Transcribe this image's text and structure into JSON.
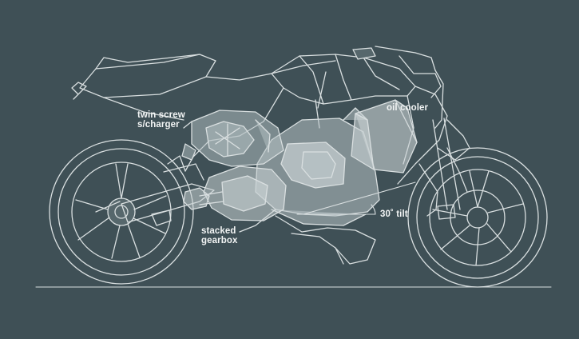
{
  "labels": {
    "supercharger": [
      "twin screw",
      "s/charger"
    ],
    "oil_cooler": "oil cooler",
    "gearbox": [
      "stacked",
      "gearbox"
    ],
    "tilt": "30˚ tilt"
  },
  "colors": {
    "background": "#3f5056",
    "line": "#d9dfe0",
    "engine_fill": "#c9d2d4",
    "text": "#f2f4f4"
  }
}
